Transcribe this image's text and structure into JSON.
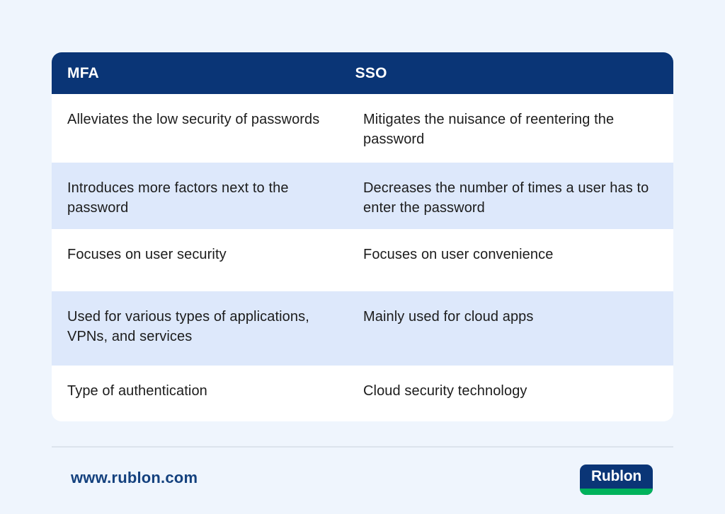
{
  "theme": {
    "page_background": "#eff5fd",
    "card_background": "#ffffff",
    "header_navy": "#0a3576",
    "alt_row_blue": "#dde8fb",
    "body_text": "#1c1c1c",
    "link_navy": "#14417e",
    "logo_green": "#00b25b",
    "divider": "#dce4ed"
  },
  "table": {
    "headers": [
      "MFA",
      "SSO"
    ],
    "rows": [
      {
        "mfa": "Alleviates the low security of passwords",
        "sso": "Mitigates the nuisance of reentering the password",
        "shaded": false
      },
      {
        "mfa": "Introduces more factors next to the password",
        "sso": "Decreases the number of times a user has to enter the password",
        "shaded": true
      },
      {
        "mfa": "Focuses on user security",
        "sso": "Focuses on user convenience",
        "shaded": false
      },
      {
        "mfa": "Used for various types of applications, VPNs, and services",
        "sso": "Mainly used for cloud apps",
        "shaded": true
      },
      {
        "mfa": "Type of authentication",
        "sso": "Cloud security technology",
        "shaded": false
      }
    ]
  },
  "footer": {
    "site_url": "www.rublon.com",
    "logo_text": "Rublon"
  }
}
